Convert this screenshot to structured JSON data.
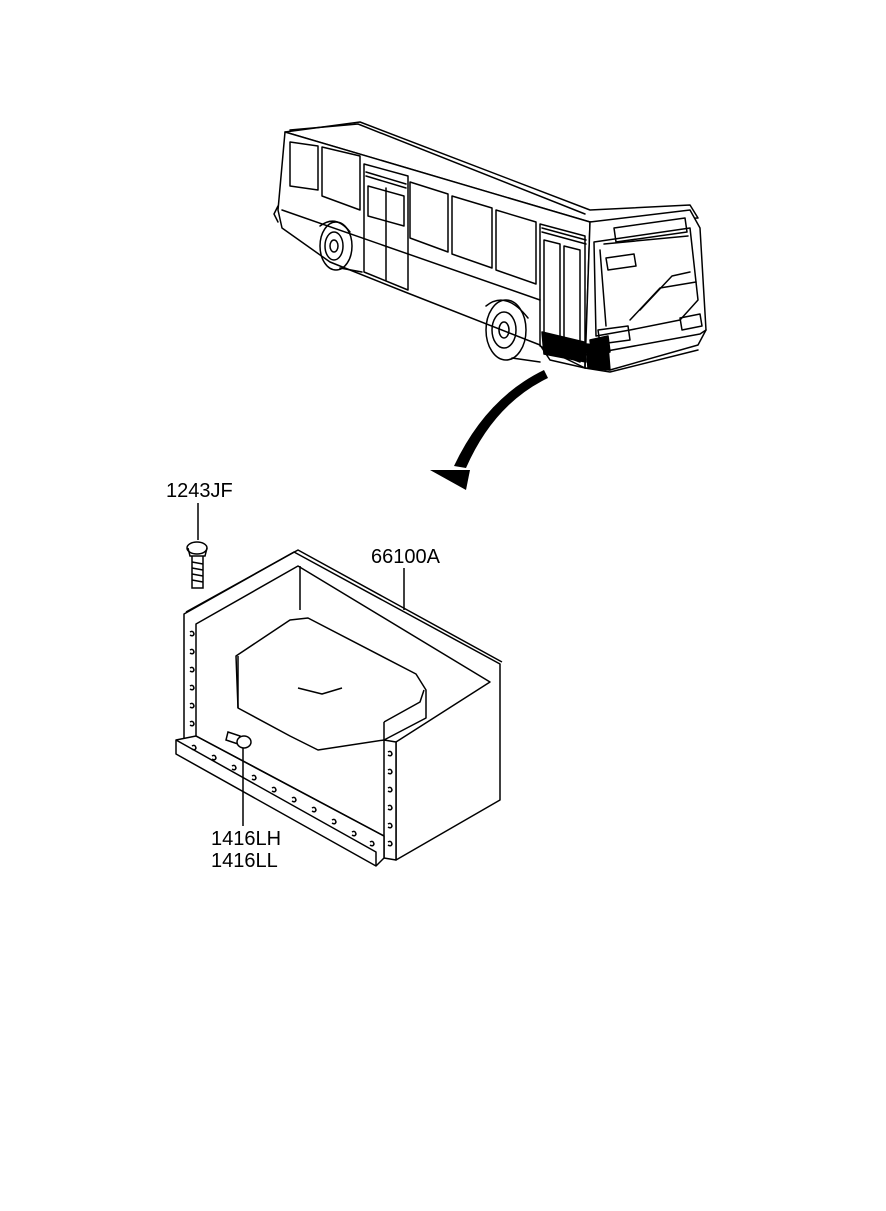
{
  "labels": {
    "bolt": "1243JF",
    "cover": "66100A",
    "stud_lh": "1416LH",
    "stud_ll": "1416LL"
  },
  "icons": {
    "vehicle": "bus-illustration-icon",
    "arrow": "curved-arrow-icon",
    "bolt": "bolt-icon",
    "cover": "cover-panel-icon",
    "stud": "stud-icon"
  },
  "colors": {
    "line": "#000000",
    "background": "#ffffff",
    "highlight": "#000000"
  }
}
